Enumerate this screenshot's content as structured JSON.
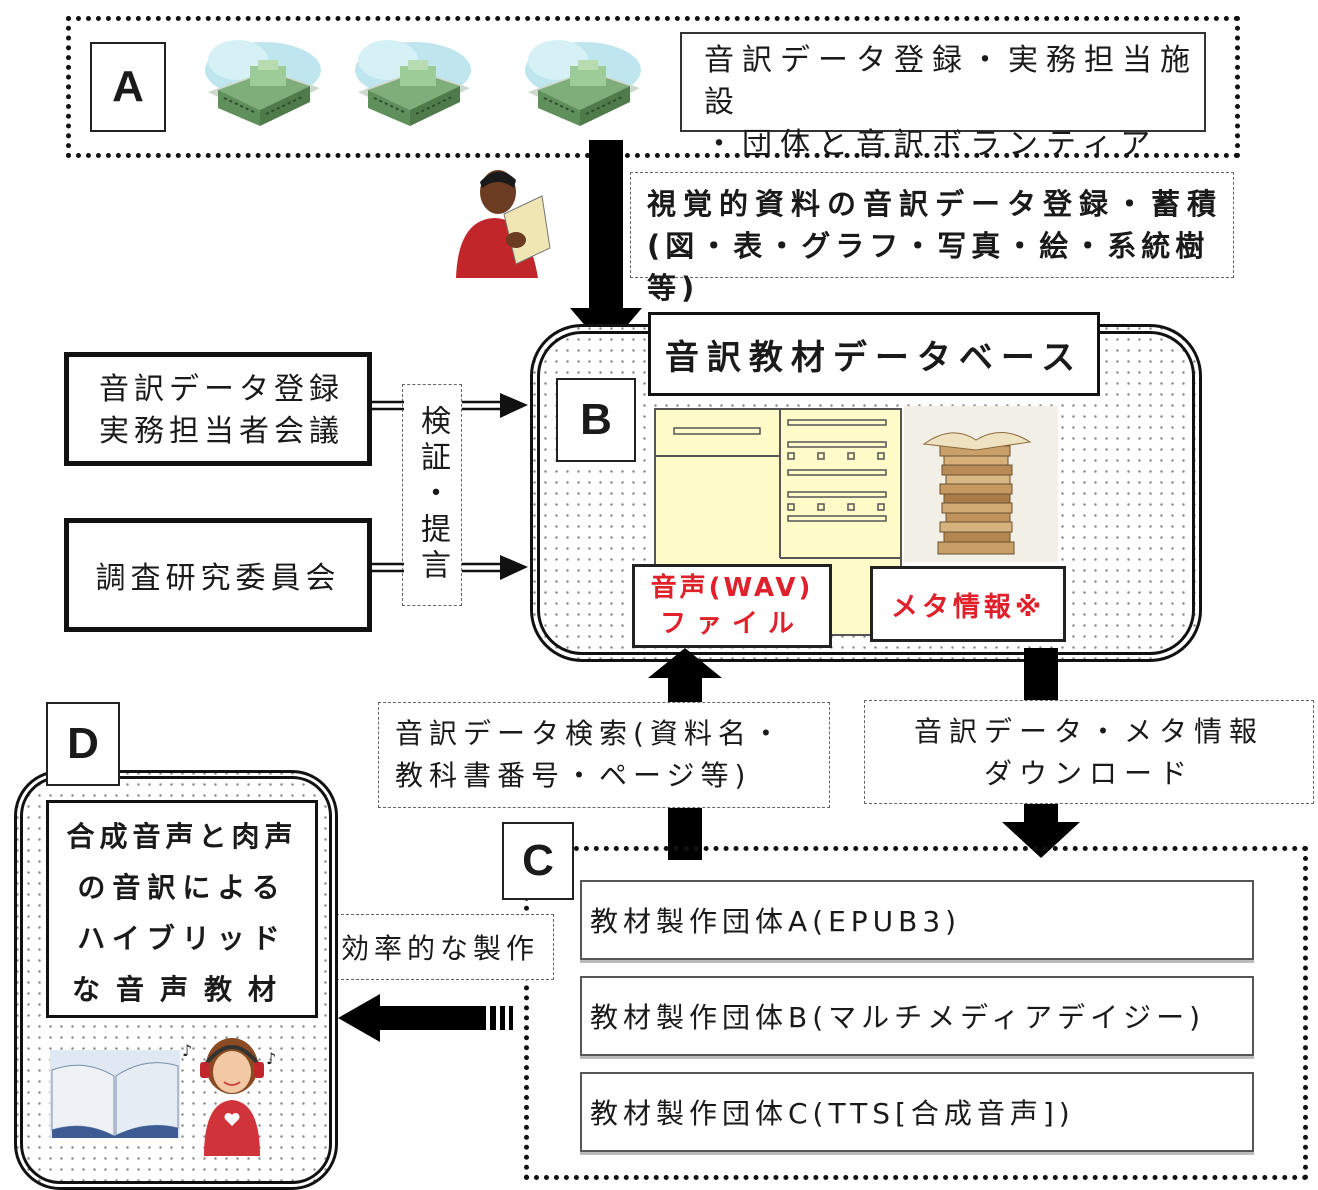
{
  "panel_a": {
    "label": "A",
    "line1": "音訳データ登録・実務担当施設",
    "line2": "・団体と音訳ボランティア"
  },
  "flow_a_to_b": {
    "line1": "視覚的資料の音訳データ登録・蓄積",
    "line2": "(図・表・グラフ・写真・絵・系統樹等)"
  },
  "panel_b": {
    "label": "B",
    "title": "音訳教材データベース",
    "audio_line1": "音声(WAV)",
    "audio_line2": "ファイル",
    "meta": "メタ情報※"
  },
  "left_boxes": {
    "meeting_line1": "音訳データ登録",
    "meeting_line2": "実務担当者会議",
    "committee": "調査研究委員会",
    "verify": "検証・提言"
  },
  "flow_search": {
    "line1": "音訳データ検索(資料名・",
    "line2": "教科書番号・ページ等)"
  },
  "flow_download": {
    "line1": "音訳データ・メタ情報",
    "line2": "ダウンロード"
  },
  "panel_c": {
    "label": "C",
    "orgs": [
      "教材製作団体A(EPUB3)",
      "教材製作団体B(マルチメディアデイジー)",
      "教材製作団体C(TTS[合成音声])"
    ]
  },
  "flow_c_to_d": {
    "label": "効率的な製作"
  },
  "panel_d": {
    "label": "D",
    "line1": "合成音声と肉声",
    "line2": "の音訳による",
    "line3": "ハイブリッド",
    "line4": "な音声教材"
  },
  "colors": {
    "accent_red": "#e0202a",
    "pale_yellow": "#fffbc8",
    "building_green": "#7fae7a"
  }
}
